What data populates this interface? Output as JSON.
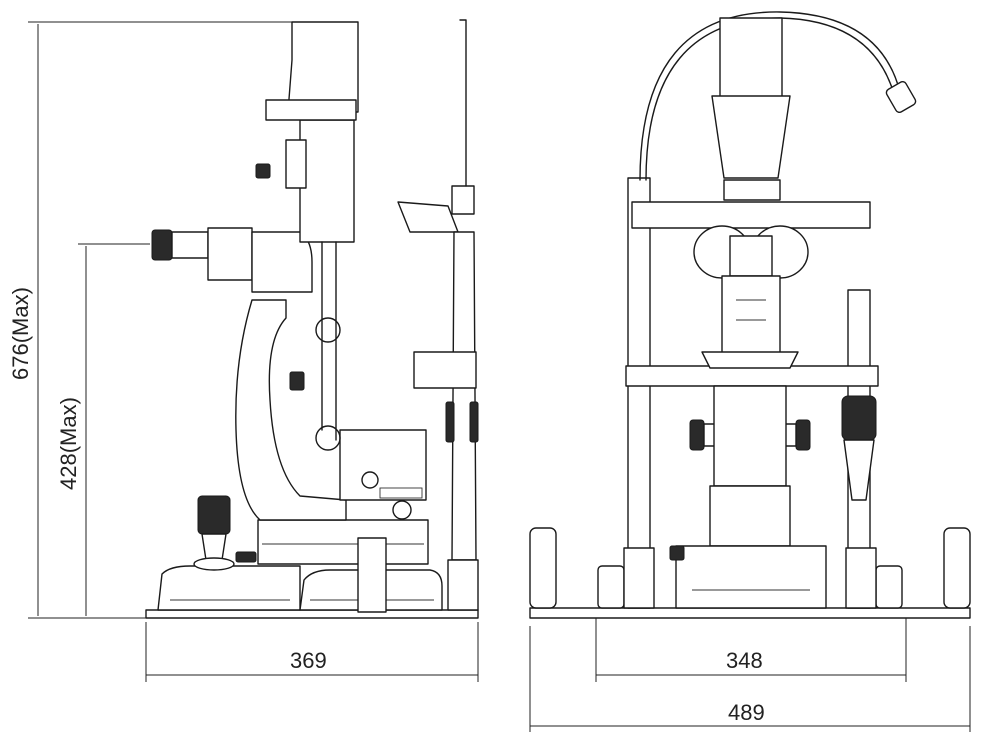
{
  "dimensions": {
    "total_height": "676(Max)",
    "eyepiece_height": "428(Max)",
    "side_depth": "369",
    "base_inner_width": "348",
    "base_total_width": "489"
  },
  "colors": {
    "line": "#1a1a1a",
    "knurl": "#2a2a2a",
    "background": "#ffffff"
  }
}
